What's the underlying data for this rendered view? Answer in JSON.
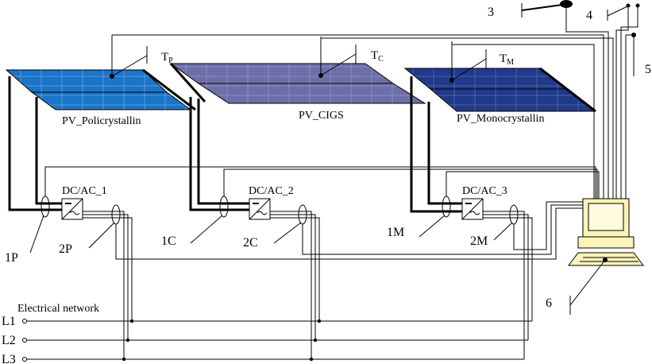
{
  "panels": {
    "poly": {
      "label": "PV_Policrystallin",
      "temp_sym": "T",
      "temp_sub": "P",
      "color": "#1a74c8",
      "edge": "#0d4f96"
    },
    "cigs": {
      "label": "PV_CIGS",
      "temp_sym": "T",
      "temp_sub": "C",
      "color": "#6d6fa8",
      "edge": "#45477a"
    },
    "mono": {
      "label": "PV_Monocrystallin",
      "temp_sym": "T",
      "temp_sub": "M",
      "color": "#1f3a8a",
      "edge": "#112466"
    }
  },
  "inverters": [
    {
      "label": "DC/AC_1"
    },
    {
      "label": "DC/AC_2"
    },
    {
      "label": "DC/AC_3"
    }
  ],
  "sensors": {
    "s1P": "1P",
    "s2P": "2P",
    "s1C": "1C",
    "s2C": "2C",
    "s1M": "1M",
    "s2M": "2M",
    "s3": "3",
    "s4": "4",
    "s5": "5",
    "s6": "6"
  },
  "network": {
    "title": "Electrical network",
    "phases": [
      "L1",
      "L2",
      "L3"
    ]
  }
}
